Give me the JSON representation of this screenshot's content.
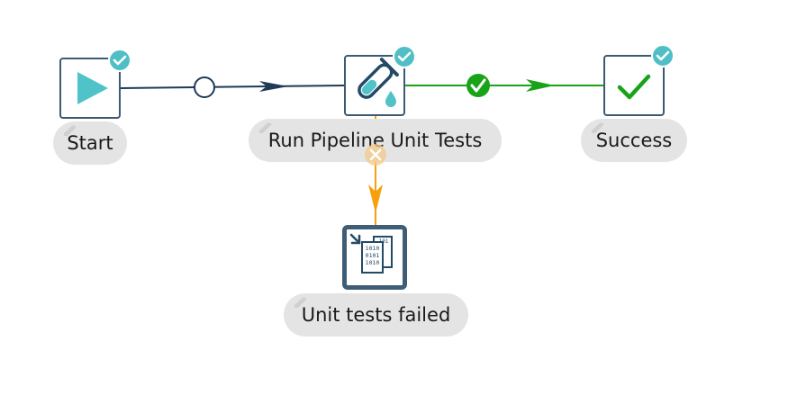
{
  "diagram": {
    "nodes": {
      "start": {
        "label": "Start",
        "icon": "play-icon",
        "status": "success"
      },
      "run_tests": {
        "label": "Run Pipeline Unit Tests",
        "icon": "test-tube-icon",
        "status": "success"
      },
      "success": {
        "label": "Success",
        "icon": "check-mark-icon",
        "status": "success"
      },
      "failed": {
        "label": "Unit tests failed",
        "icon": "binary-file-icon",
        "status": "none"
      }
    },
    "hops": [
      {
        "from": "start",
        "to": "run_tests",
        "type": "unconditional"
      },
      {
        "from": "run_tests",
        "to": "success",
        "type": "on-success"
      },
      {
        "from": "run_tests",
        "to": "failed",
        "type": "on-failure"
      }
    ],
    "colors": {
      "node_border": "#3d5a73",
      "status_badge": "#4fbfc5",
      "unconditional_hop": "#1e3a56",
      "success_hop": "#19a319",
      "failure_hop": "#f5a00c",
      "label_background": "#e4e4e4",
      "play_icon": "#4fc3c8"
    }
  }
}
